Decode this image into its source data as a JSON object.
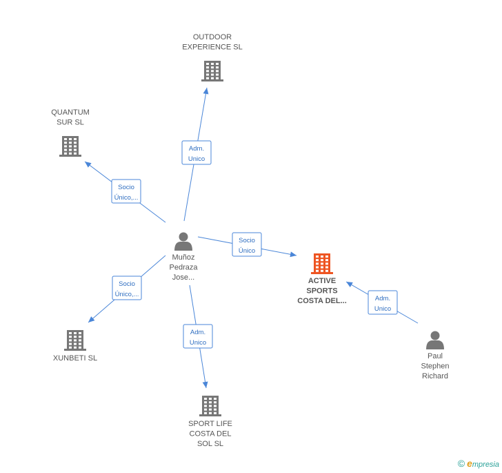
{
  "colors": {
    "building": "#777777",
    "building_focus": "#ee5522",
    "person": "#777777",
    "edge": "#4a86d8",
    "badge_text": "#2e6dc0",
    "label": "#555555"
  },
  "nodes": [
    {
      "id": "outdoor",
      "kind": "company",
      "icon": "building-icon",
      "label_lines": [
        "OUTDOOR",
        "EXPERIENCE SL"
      ],
      "label_pos": "above"
    },
    {
      "id": "quantum",
      "kind": "company",
      "icon": "building-icon",
      "label_lines": [
        "QUANTUM",
        "SUR  SL"
      ],
      "label_pos": "above"
    },
    {
      "id": "munoz",
      "kind": "person",
      "icon": "person-icon",
      "label_lines": [
        "Muñoz",
        "Pedraza",
        "Jose..."
      ],
      "label_pos": "below"
    },
    {
      "id": "active",
      "kind": "company",
      "icon": "building-icon",
      "focus": true,
      "label_lines": [
        "ACTIVE",
        "SPORTS",
        "COSTA DEL..."
      ],
      "label_pos": "below"
    },
    {
      "id": "xunbeti",
      "kind": "company",
      "icon": "building-icon",
      "label_lines": [
        "XUNBETI  SL"
      ],
      "label_pos": "below"
    },
    {
      "id": "sportlife",
      "kind": "company",
      "icon": "building-icon",
      "label_lines": [
        "SPORT LIFE",
        "COSTA DEL",
        "SOL SL"
      ],
      "label_pos": "below"
    },
    {
      "id": "paul",
      "kind": "person",
      "icon": "person-icon",
      "label_lines": [
        "Paul",
        "Stephen",
        "Richard"
      ],
      "label_pos": "below"
    }
  ],
  "edges": [
    {
      "from": "munoz",
      "to": "outdoor",
      "label_lines": [
        "Adm.",
        "Unico"
      ]
    },
    {
      "from": "munoz",
      "to": "quantum",
      "label_lines": [
        "Socio",
        "Único,..."
      ]
    },
    {
      "from": "munoz",
      "to": "active",
      "label_lines": [
        "Socio",
        "Único"
      ]
    },
    {
      "from": "munoz",
      "to": "xunbeti",
      "label_lines": [
        "Socio",
        "Único,..."
      ]
    },
    {
      "from": "munoz",
      "to": "sportlife",
      "label_lines": [
        "Adm.",
        "Unico"
      ]
    },
    {
      "from": "paul",
      "to": "active",
      "label_lines": [
        "Adm.",
        "Unico"
      ]
    }
  ],
  "watermark": {
    "symbol": "©",
    "brand_initial": "e",
    "brand_rest": "mpresia"
  }
}
